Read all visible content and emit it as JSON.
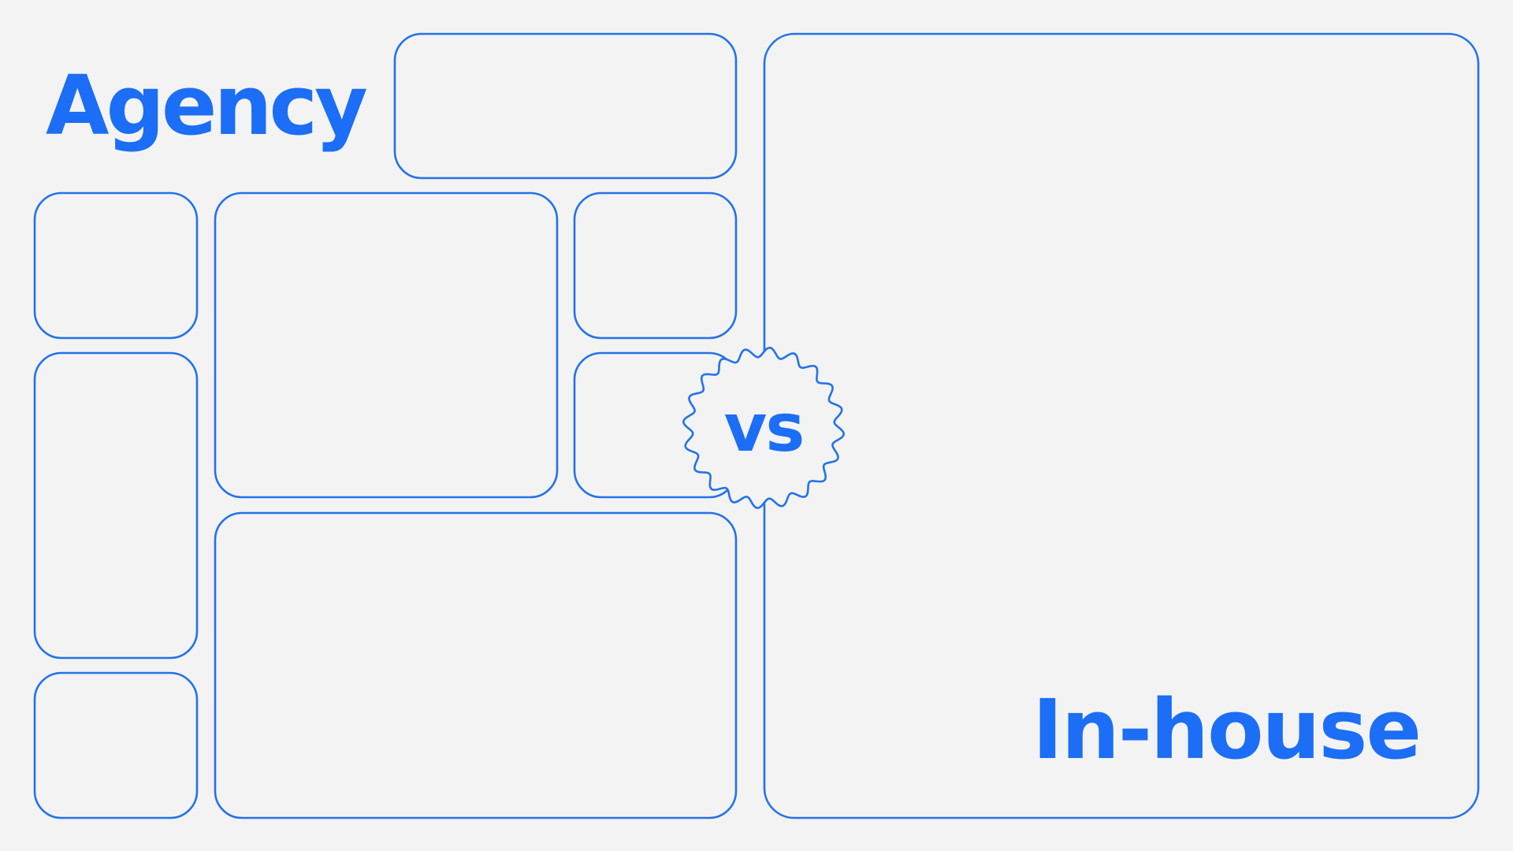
{
  "left_label": "Agency",
  "right_label": "In-house",
  "badge_label": "vs",
  "colors": {
    "accent": "#1b6ef5",
    "outline": "#2273e8",
    "background": "#f3f3f3"
  }
}
